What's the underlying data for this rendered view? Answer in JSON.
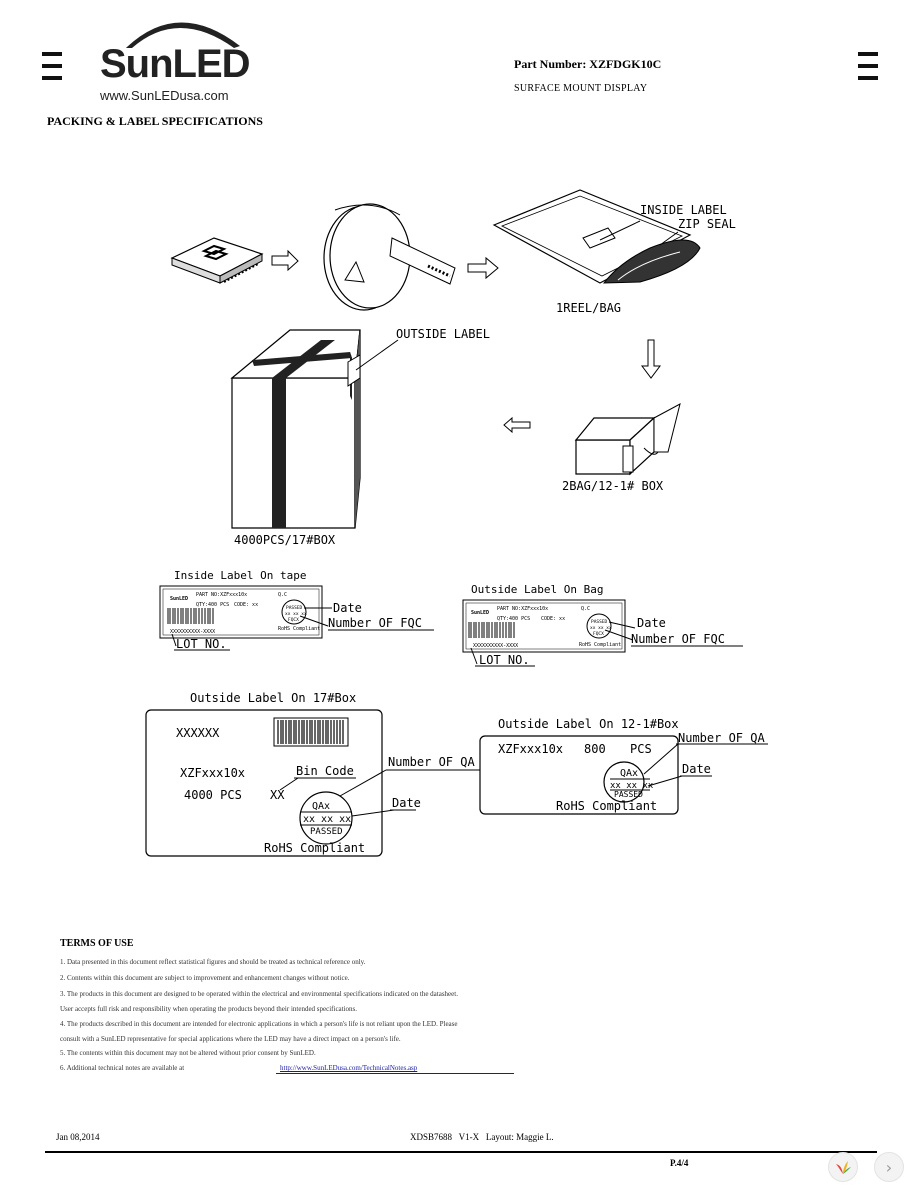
{
  "header": {
    "logo_text": "SunLED",
    "logo_url": "www.SunLEDusa.com",
    "part_number": "Part Number: XZFDGK10C",
    "subtitle": "SURFACE MOUNT DISPLAY"
  },
  "section_title": "PACKING & LABEL SPECIFICATIONS",
  "diagram": {
    "inside_label": "INSIDE LABEL",
    "zip_seal": "ZIP SEAL",
    "reel_bag": "1REEL/BAG",
    "outside_label": "OUTSIDE LABEL",
    "box_small": "2BAG/12-1# BOX",
    "box_big": "4000PCS/17#BOX"
  },
  "inside_tape": {
    "title": "Inside Label On tape",
    "part": "PART NO:XZFxxx10x",
    "qty": "QTY:400 PCS",
    "code": "CODE: xx",
    "qc": "Q.C",
    "stamp_top": "PASSED",
    "stamp_mid": "xx xx xx",
    "stamp_bot": "FQCX",
    "rohs": "RoHS Compliant",
    "lot_code": "XXXXXXXXXX-XXXX",
    "date": "Date",
    "fqc": "Number OF FQC",
    "lot": "LOT NO."
  },
  "outside_bag": {
    "title": "Outside Label On Bag",
    "part": "PART NO:XZFxxx10x",
    "qty": "QTY:400 PCS",
    "code": "CODE: xx",
    "qc": "Q.C",
    "stamp_top": "PASSED",
    "stamp_mid": "xx xx xx",
    "stamp_bot": "FQCX",
    "rohs": "RoHS Compliant",
    "lot_code": "XXXXXXXXXX-XXXX",
    "date": "Date",
    "fqc": "Number OF FQC",
    "lot": "LOT NO."
  },
  "box17": {
    "title": "Outside Label On 17#Box",
    "code": "XXXXXX",
    "part": "XZFxxx10x",
    "qty": "4000 PCS",
    "bin_value": "XX",
    "bin_code": "Bin Code",
    "number_qa": "Number OF QA",
    "qa": "QAx",
    "date_val": "xx xx xx",
    "passed": "PASSED",
    "date": "Date",
    "rohs": "RoHS Compliant"
  },
  "box12": {
    "title": "Outside Label On 12-1#Box",
    "part": "XZFxxx10x",
    "qty": "800",
    "pcs": "PCS",
    "number_qa": "Number OF QA",
    "qa": "QAx",
    "date_val": "xx xx xx",
    "passed": "PASSED",
    "date": "Date",
    "rohs": "RoHS Compliant"
  },
  "terms": {
    "title": "TERMS OF USE",
    "lines": [
      "1. Data presented in this document reflect statistical figures and should be treated as technical reference only.",
      "2. Contents within this document are subject to improvement and enhancement changes without notice.",
      "3. The products in this document are designed to be operated within the electrical and environmental specifications indicated on the datasheet.",
      "    User accepts full risk and responsibility when operating the products beyond their intended specifications.",
      "4. The products described in this document are intended for electronic applications in which a person's life is not reliant upon the LED. Please",
      "    consult with a SunLED representative for special applications where the LED may have a direct impact on a person's life.",
      "5. The contents within this document may not be altered without prior consent by SunLED.",
      "6. Additional technical notes are available at"
    ],
    "link": "http://www.SunLEDusa.com/TechnicalNotes.asp"
  },
  "footer": {
    "date": "Jan 08,2014",
    "doc": "XDSB7688   V1-X   Layout: Maggie L.",
    "page": "P.4/4"
  }
}
